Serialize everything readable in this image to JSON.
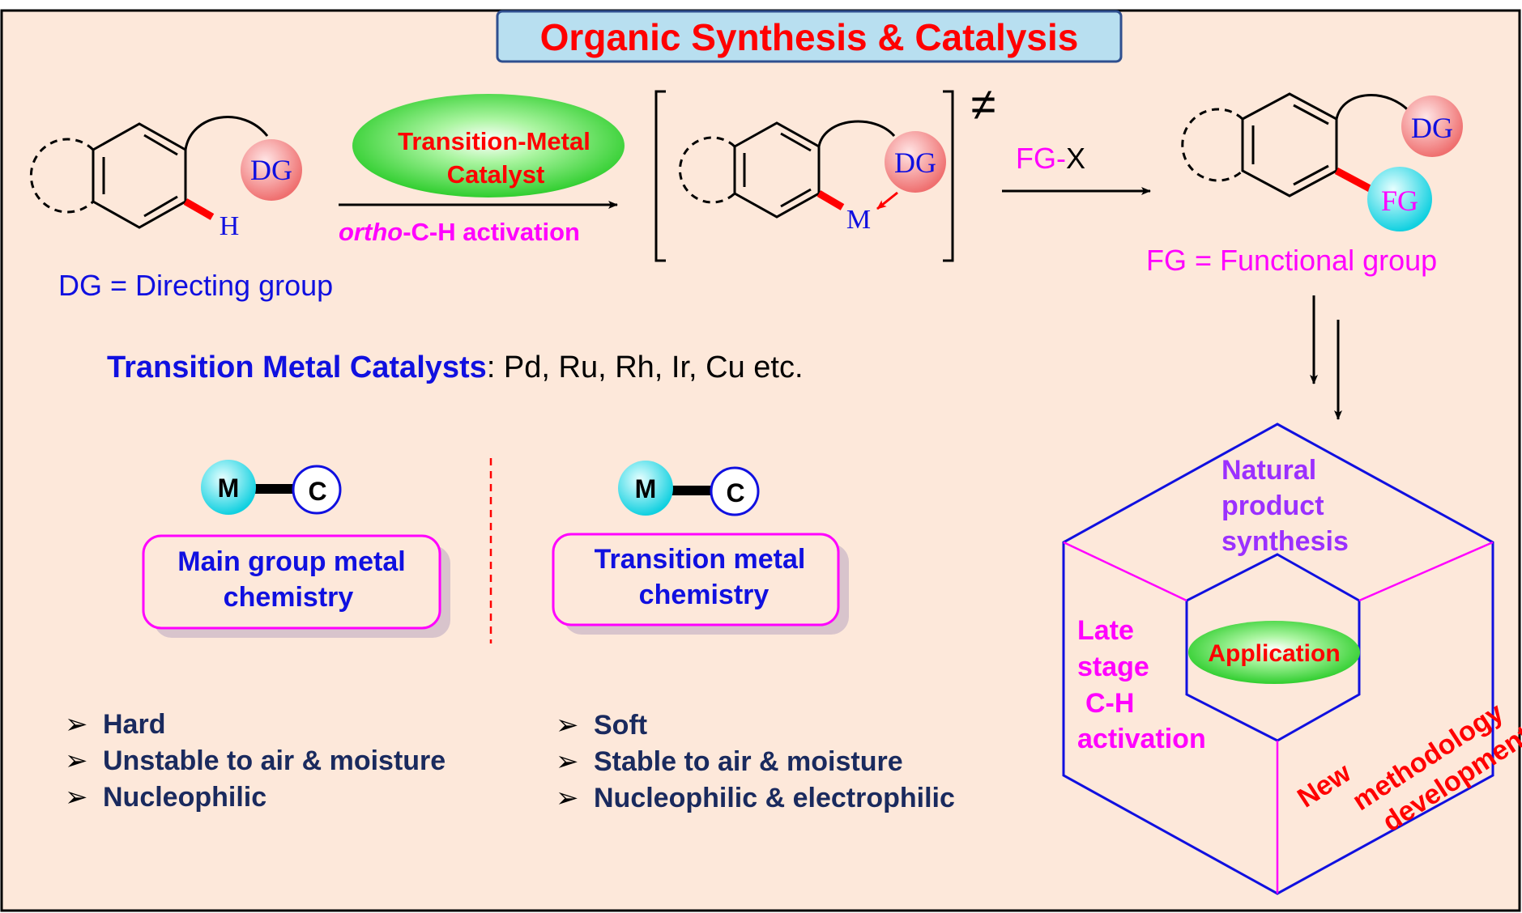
{
  "title": "Organic Synthesis & Catalysis",
  "reaction": {
    "dg_label": "DG",
    "h_label": "H",
    "m_label": "M",
    "fg_label": "FG",
    "catalyst_line1": "Transition-Metal",
    "catalyst_line2": "Catalyst",
    "activation_italic": "ortho",
    "activation_rest": "-C-H activation",
    "ts_symbol": "≠",
    "reagent_fg": "FG-",
    "reagent_x": "X",
    "dg_definition": "DG = Directing group",
    "fg_definition": "FG = Functional group"
  },
  "catalysts": {
    "label": "Transition Metal Catalysts",
    "list": ": Pd, Ru, Rh, Ir, Cu etc."
  },
  "comparison": {
    "m_atom": "M",
    "c_atom": "C",
    "main_group": {
      "line1": "Main group metal",
      "line2": "chemistry",
      "properties": [
        "Hard",
        "Unstable to air &  moisture",
        "Nucleophilic"
      ]
    },
    "transition": {
      "line1": "Transition metal",
      "line2": "chemistry",
      "properties": [
        "Soft",
        "Stable to air & moisture",
        "Nucleophilic & electrophilic"
      ]
    },
    "bullet": "➢"
  },
  "applications": {
    "center": "Application",
    "natural_product": [
      "Natural",
      "product",
      "synthesis"
    ],
    "late_stage": [
      "Late",
      "stage",
      "C-H",
      "activation"
    ],
    "new_methodology": [
      "New",
      "methodology",
      "development"
    ]
  },
  "colors": {
    "background": "#fde8da",
    "blue": "#1010e0",
    "magenta": "#ff00ff",
    "red": "#ff0000",
    "purple": "#9b30ff",
    "navy": "#1a2a5e",
    "title_box": "#b8dff0",
    "green": "#22cc22",
    "pink_ball": "#f07a7a",
    "cyan_ball": "#22d8e8"
  }
}
